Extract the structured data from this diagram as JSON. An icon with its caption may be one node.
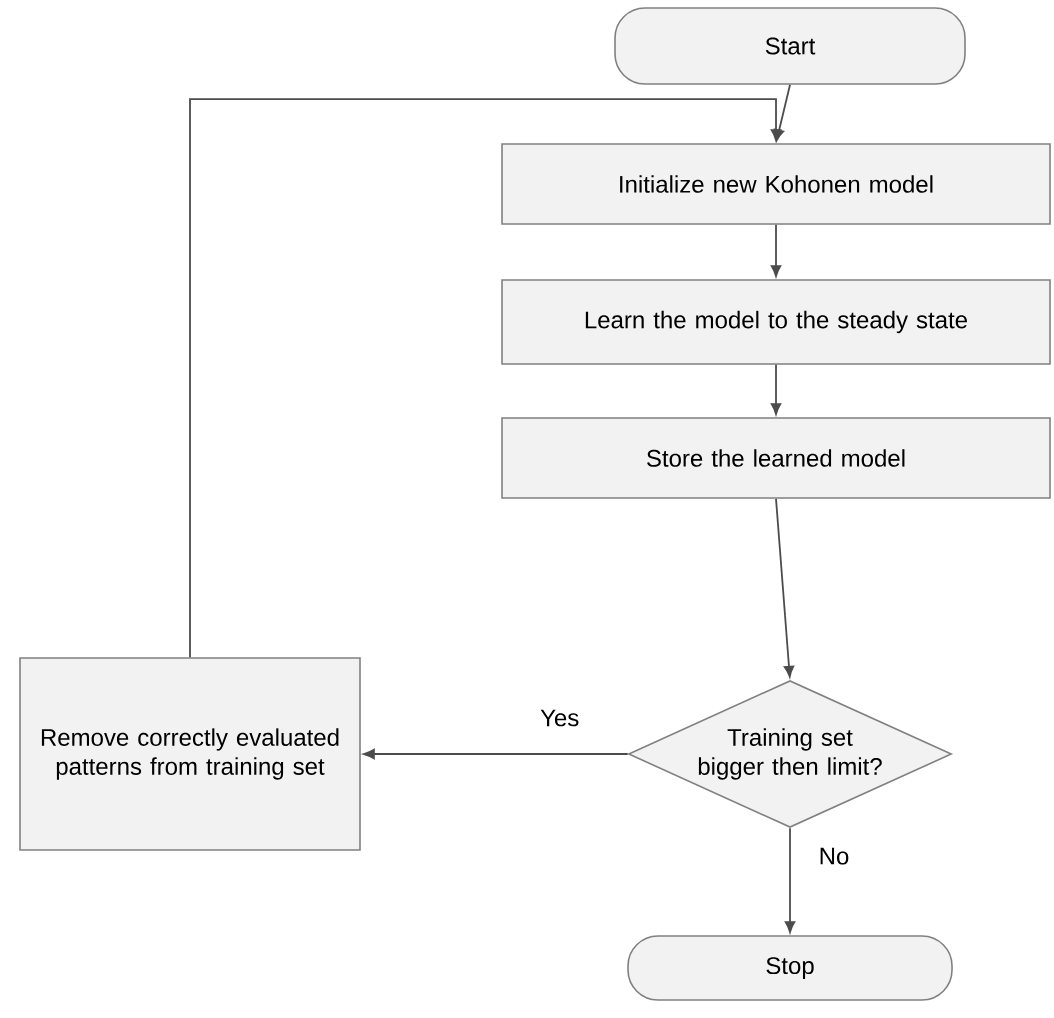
{
  "diagram": {
    "nodes": [
      {
        "text": [
          "Start"
        ]
      },
      {
        "text": [
          "Initialize new Kohonen model"
        ]
      },
      {
        "text": [
          "Learn the model to the steady state"
        ]
      },
      {
        "text": [
          "Store the learned model"
        ]
      },
      {
        "text": [
          "Training set bigger then limit?"
        ]
      },
      {
        "text": [
          "Remove correctly evaluated patterns from training set"
        ]
      },
      {
        "text": [
          "Stop"
        ]
      }
    ],
    "edges": [
      {
        "from": 0,
        "to": 1,
        "arrow": "to"
      },
      {
        "from": 1,
        "to": 2,
        "arrow": "to"
      },
      {
        "from": 2,
        "to": 3,
        "arrow": "to"
      },
      {
        "from": 3,
        "to": 4,
        "arrow": "to"
      },
      {
        "from": 4,
        "to": 5,
        "arrow": "to",
        "label": "Yes"
      },
      {
        "from": 4,
        "to": 6,
        "arrow": "to",
        "label": "No"
      },
      {
        "from": 5,
        "to": 1,
        "arrow": "to"
      }
    ]
  }
}
